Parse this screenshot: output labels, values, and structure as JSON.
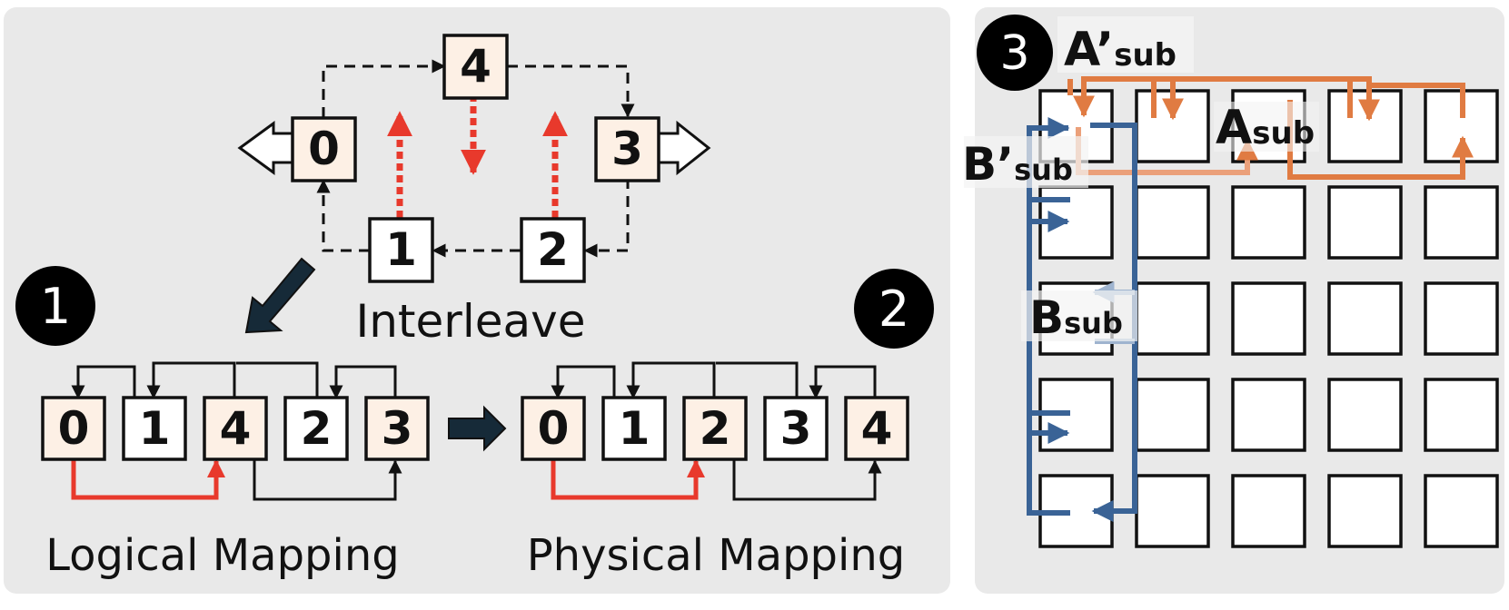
{
  "colors": {
    "panel_bg": "#e9e9e9",
    "node_fill_plain": "#ffffff",
    "node_fill_tinted": "#fdf0e5",
    "red_arrow": "#e8392c",
    "orange_path": "#e07b42",
    "blue_path": "#3a6396",
    "light_blue_path": "#9fb4cf",
    "marker_fill": "#000000"
  },
  "left_panel": {
    "ring": {
      "nodes": [
        {
          "id": "0",
          "label": "0",
          "tinted": true
        },
        {
          "id": "4",
          "label": "4",
          "tinted": true
        },
        {
          "id": "3",
          "label": "3",
          "tinted": true
        },
        {
          "id": "1",
          "label": "1",
          "tinted": false
        },
        {
          "id": "2",
          "label": "2",
          "tinted": false
        }
      ],
      "caption": "Interleave"
    },
    "logical": {
      "marker": "1",
      "nodes": [
        {
          "label": "0",
          "tinted": true
        },
        {
          "label": "1",
          "tinted": false
        },
        {
          "label": "4",
          "tinted": true
        },
        {
          "label": "2",
          "tinted": false
        },
        {
          "label": "3",
          "tinted": true
        }
      ],
      "caption": "Logical Mapping"
    },
    "physical": {
      "marker": "2",
      "nodes": [
        {
          "label": "0",
          "tinted": true
        },
        {
          "label": "1",
          "tinted": false
        },
        {
          "label": "2",
          "tinted": true
        },
        {
          "label": "3",
          "tinted": false
        },
        {
          "label": "4",
          "tinted": true
        }
      ],
      "caption": "Physical Mapping"
    }
  },
  "right_panel": {
    "marker": "3",
    "grid": {
      "rows": 5,
      "cols": 5
    },
    "labels": {
      "a_prime_sub": {
        "main": "A’",
        "sub": "sub"
      },
      "a_sub": {
        "main": "A",
        "sub": "sub"
      },
      "b_prime_sub": {
        "main": "B’",
        "sub": "sub"
      },
      "b_sub": {
        "main": "B",
        "sub": "sub"
      }
    }
  }
}
